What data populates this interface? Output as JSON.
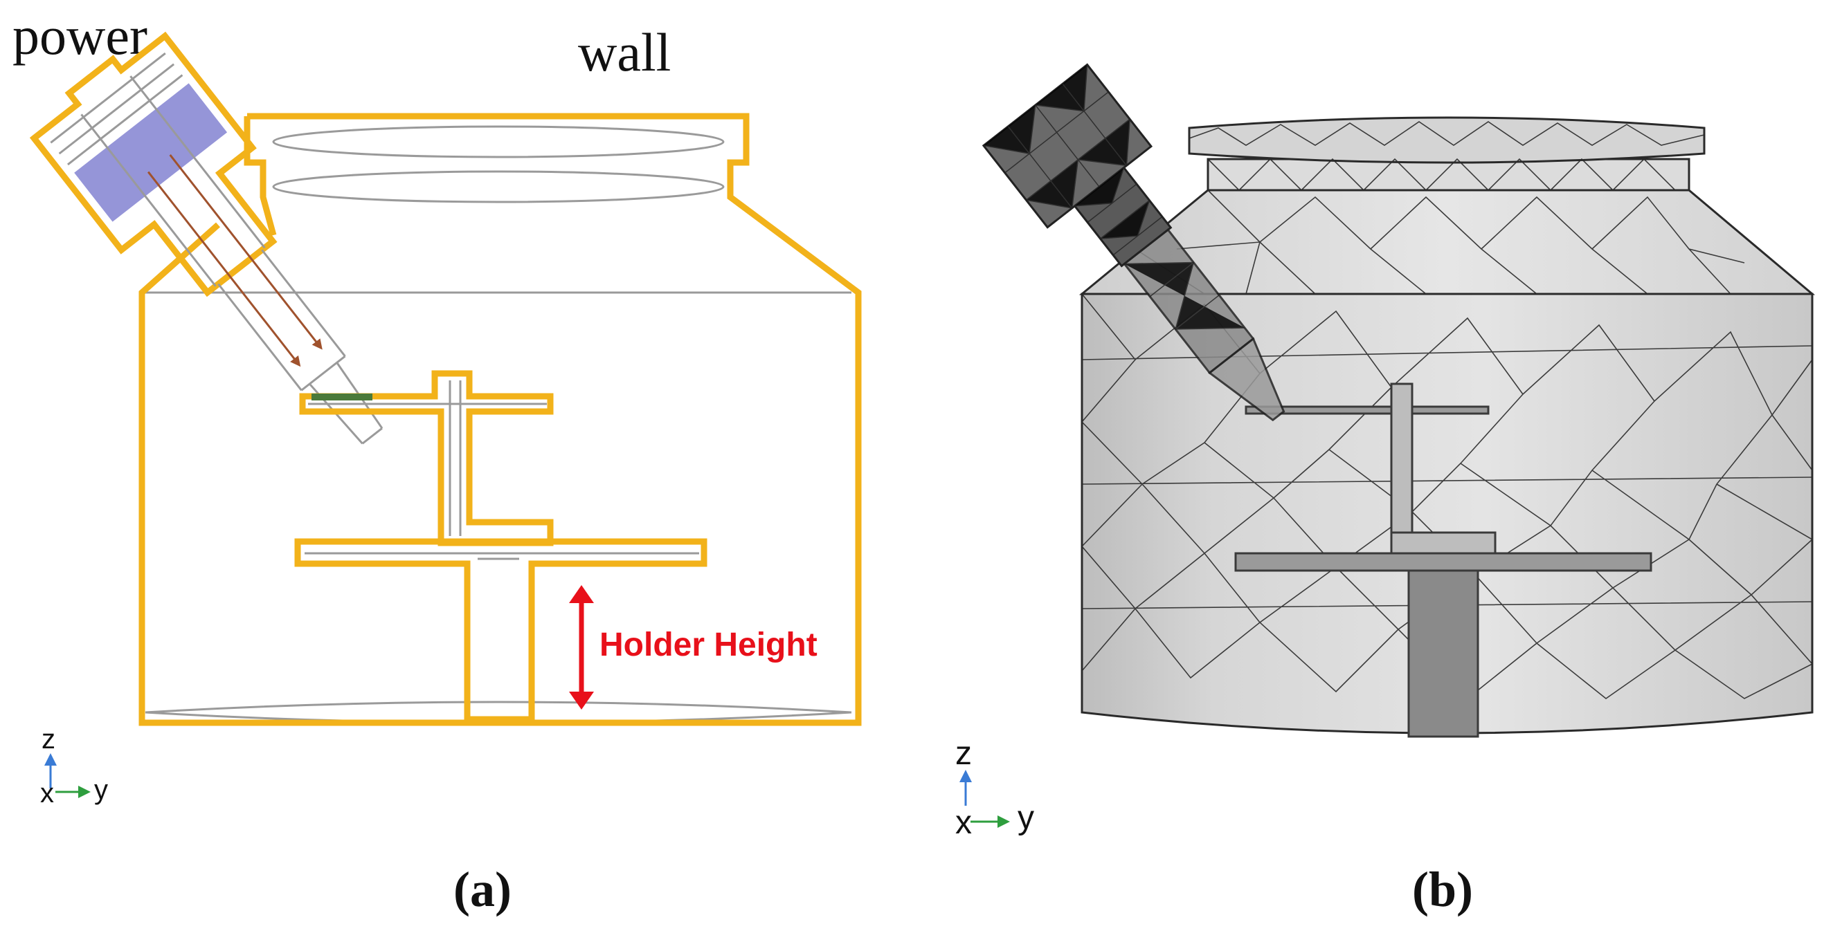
{
  "panel_a": {
    "label_power": "power",
    "label_wall": "wall",
    "label_holder_height": "Holder Height",
    "caption": "(a)",
    "axis": {
      "z": "z",
      "x": "x",
      "y": "y"
    }
  },
  "panel_b": {
    "caption": "(b)",
    "axis": {
      "z": "z",
      "x": "x",
      "y": "y"
    }
  },
  "colors": {
    "outline": "#f2b21a",
    "probe_window": "#8f8fd6",
    "sample": "#4a7a3a",
    "arrow_red": "#e8101a",
    "ray_brown": "#a0522d",
    "mesh": "#2a2a2a",
    "mesh_fill": "#d8d8d8",
    "axis_z": "#3a7bd5",
    "axis_y": "#2e9e3e"
  }
}
